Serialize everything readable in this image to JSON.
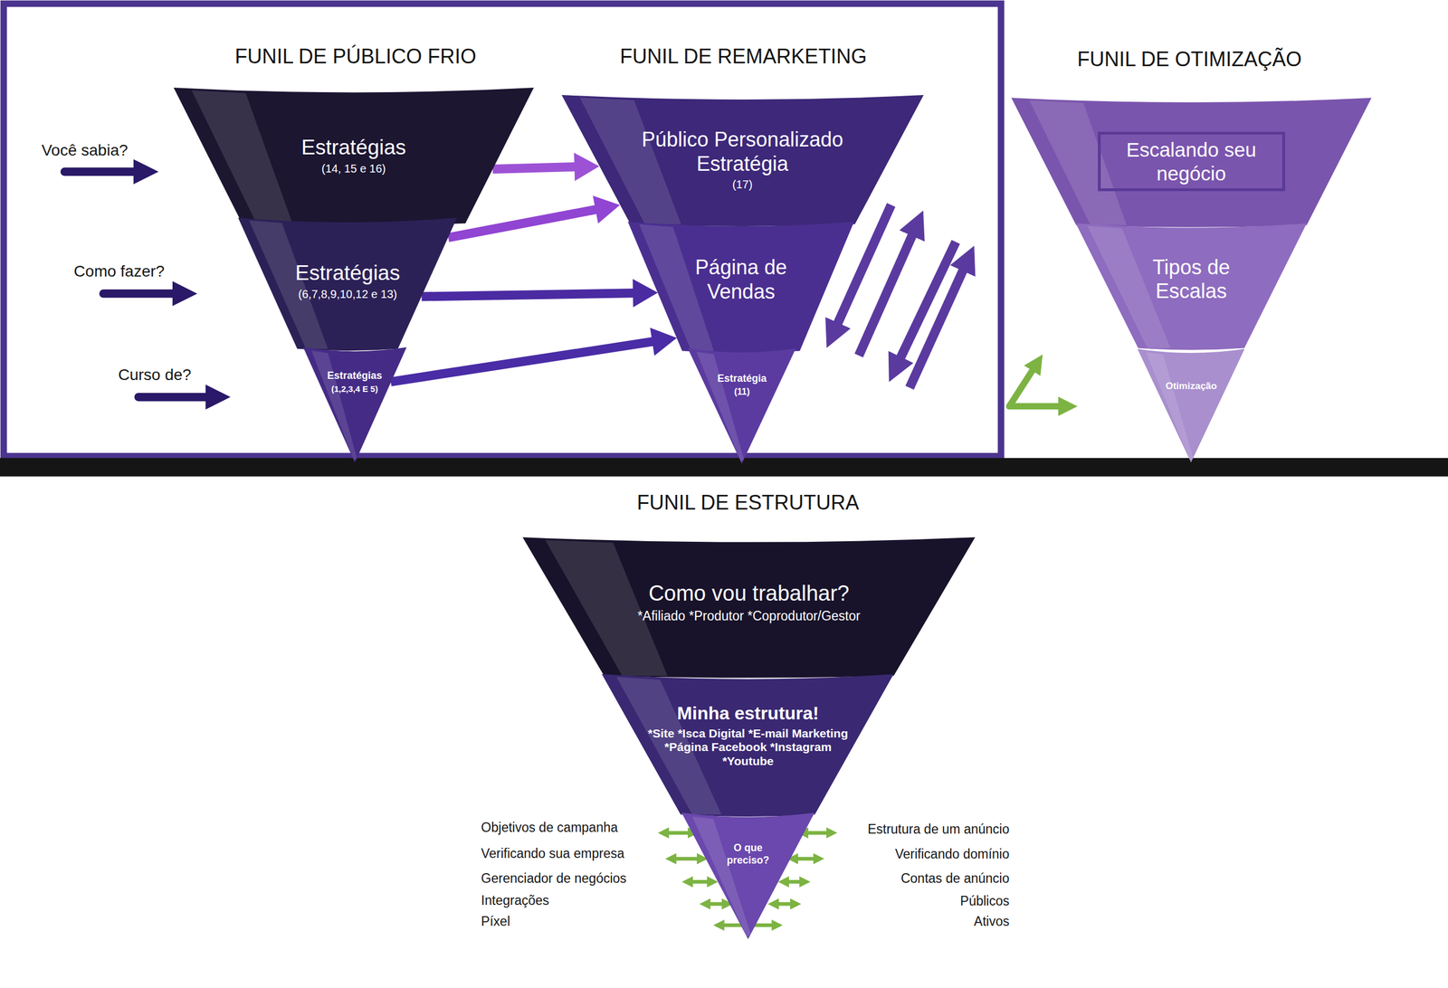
{
  "diagram": {
    "nodes": [
      {
        "text": [
          "FUNIL DE PÚBLICO FRIO"
        ]
      },
      {
        "text": [
          "Estratégias",
          "(14, 15 e 16)"
        ],
        "in": 0
      },
      {
        "text": [
          "Estratégias",
          "(6,7,8,9,10,12 e 13)"
        ],
        "in": 0
      },
      {
        "text": [
          "Estratégias",
          "(1,2,3,4 E 5)"
        ],
        "in": 0
      },
      {
        "text": [
          "FUNIL DE REMARKETING"
        ]
      },
      {
        "text": [
          "Público Personalizado Estratégia",
          "(17)"
        ],
        "in": 4
      },
      {
        "text": [
          "Página de Vendas"
        ],
        "in": 4
      },
      {
        "text": [
          "Estratégia",
          "(11)"
        ],
        "in": 4
      },
      {
        "text": [
          "FUNIL DE OTIMIZAÇÃO"
        ]
      },
      {
        "text": [
          "Escalando seu negócio"
        ],
        "in": 8
      },
      {
        "text": [
          "Tipos de Escalas"
        ],
        "in": 8
      },
      {
        "text": [
          "Otimização"
        ],
        "in": 8
      },
      {
        "text": [
          "FUNIL DE ESTRUTURA"
        ]
      },
      {
        "text": [
          "Como vou trabalhar?",
          "*Afiliado *Produtor *Coprodutor/Gestor"
        ],
        "in": 12
      },
      {
        "text": [
          "Minha estrutura!",
          "*Site *Isca Digital *E-mail Marketing *Página Facebook *Instagram *Youtube"
        ],
        "in": 12
      },
      {
        "text": [
          "O que preciso?"
        ],
        "in": 12
      }
    ],
    "edges": [
      {
        "from": 1,
        "to": 5,
        "arrow": "to"
      },
      {
        "from": 2,
        "to": 5,
        "arrow": "to"
      },
      {
        "from": 2,
        "to": 6,
        "arrow": "to"
      },
      {
        "from": 3,
        "to": 6,
        "arrow": "to"
      }
    ],
    "labels": [
      "Você sabia?",
      "Como fazer?",
      "Curso de?",
      "Objetivos de campanha",
      "Verificando sua empresa",
      "Gerenciador de negócios",
      "Integrações",
      "Píxel",
      "Estrutura de um anúncio",
      "Verificando domínio",
      "Contas de anúncio",
      "Públicos",
      "Ativos"
    ]
  }
}
